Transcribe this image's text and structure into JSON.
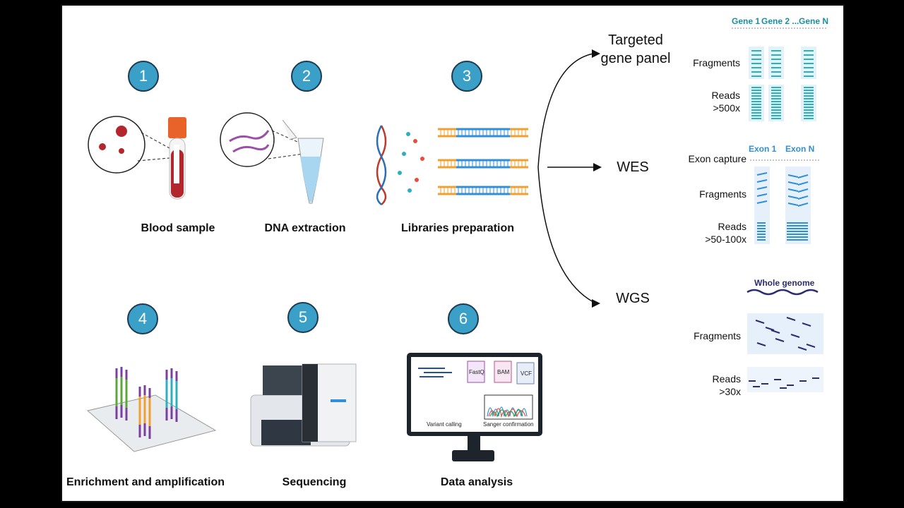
{
  "steps": [
    {
      "number": "1",
      "label": "Blood sample"
    },
    {
      "number": "2",
      "label": "DNA extraction"
    },
    {
      "number": "3",
      "label": "Libraries preparation"
    },
    {
      "number": "4",
      "label": "Enrichment and amplification"
    },
    {
      "number": "5",
      "label": "Sequencing"
    },
    {
      "number": "6",
      "label": "Data analysis"
    }
  ],
  "branches": {
    "targeted": {
      "title": "Targeted gene panel",
      "genes": [
        "Gene 1",
        "Gene 2 ...",
        "Gene N"
      ],
      "fragments_label": "Fragments",
      "reads_label": "Reads",
      "reads_depth": ">500x"
    },
    "wes": {
      "title": "WES",
      "capture_label": "Exon capture",
      "exons": [
        "Exon 1",
        "Exon N"
      ],
      "fragments_label": "Fragments",
      "reads_label": "Reads",
      "reads_depth": ">50-100x"
    },
    "wgs": {
      "title": "WGS",
      "genome_label": "Whole genome",
      "fragments_label": "Fragments",
      "reads_label": "Reads",
      "reads_depth": ">30x"
    }
  },
  "monitor": {
    "files": [
      "FastQ",
      "BAM",
      "VCF"
    ],
    "variant_label": "Variant calling",
    "sanger_label": "Sanger confirmation"
  },
  "colors": {
    "badge": "#3aa0c8",
    "blood": "#b3262b",
    "dna_orange": "#f0a030",
    "dna_blue": "#2f8fd8",
    "teal": "#2bb0c0",
    "navy": "#2c2c6e"
  }
}
